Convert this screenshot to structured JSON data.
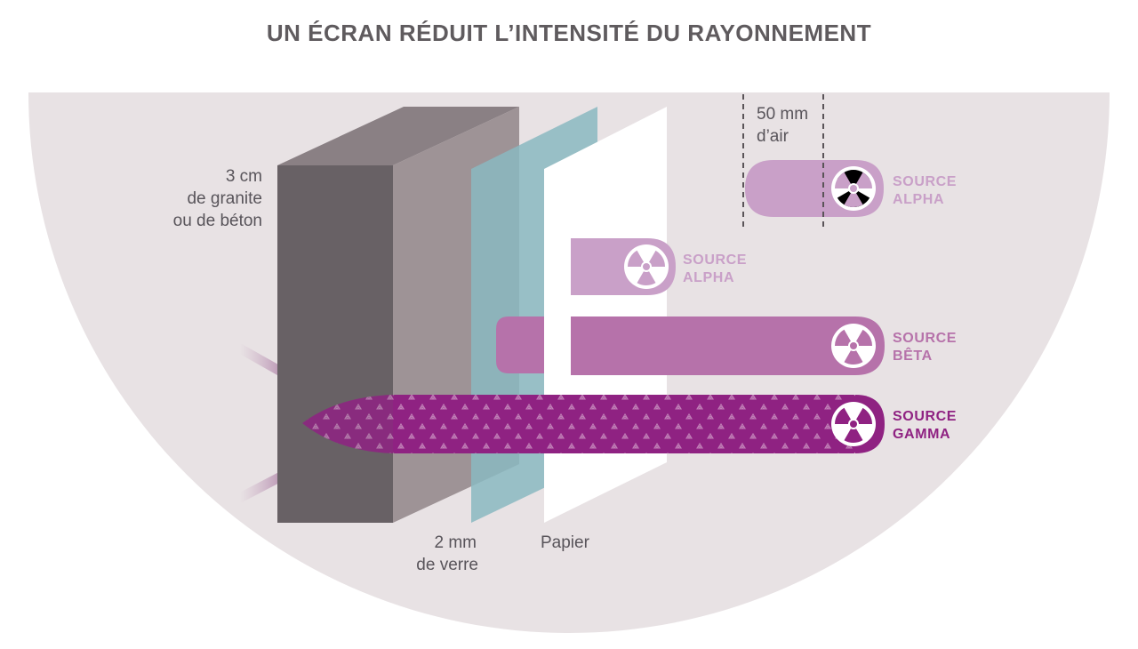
{
  "title": "UN ÉCRAN RÉDUIT L’INTENSITÉ DU RAYONNEMENT",
  "labels": {
    "granite_line1": "3 cm",
    "granite_line2": "de granite",
    "granite_line3": "ou de béton",
    "glass_line1": "2 mm",
    "glass_line2": "de verre",
    "paper": "Papier",
    "air_line1": "50 mm",
    "air_line2": "d’air"
  },
  "sources": {
    "alpha_air": {
      "line1": "SOURCE",
      "line2": "ALPHA"
    },
    "alpha_paper": {
      "line1": "SOURCE",
      "line2": "ALPHA"
    },
    "beta": {
      "line1": "SOURCE",
      "line2": "BÊTA"
    },
    "gamma": {
      "line1": "SOURCE",
      "line2": "GAMMA"
    }
  },
  "colors": {
    "background_half_disc": "#e8e2e4",
    "granite_front": "#686165",
    "granite_side": "#9e9396",
    "granite_top": "#8a8084",
    "glass": "#8ab9c1",
    "paper": "#ffffff",
    "alpha": "#c9a0c8",
    "beta": "#b672aa",
    "gamma": "#8f2282",
    "label_text": "#58545a"
  },
  "icons": [
    "radiation-icon"
  ]
}
